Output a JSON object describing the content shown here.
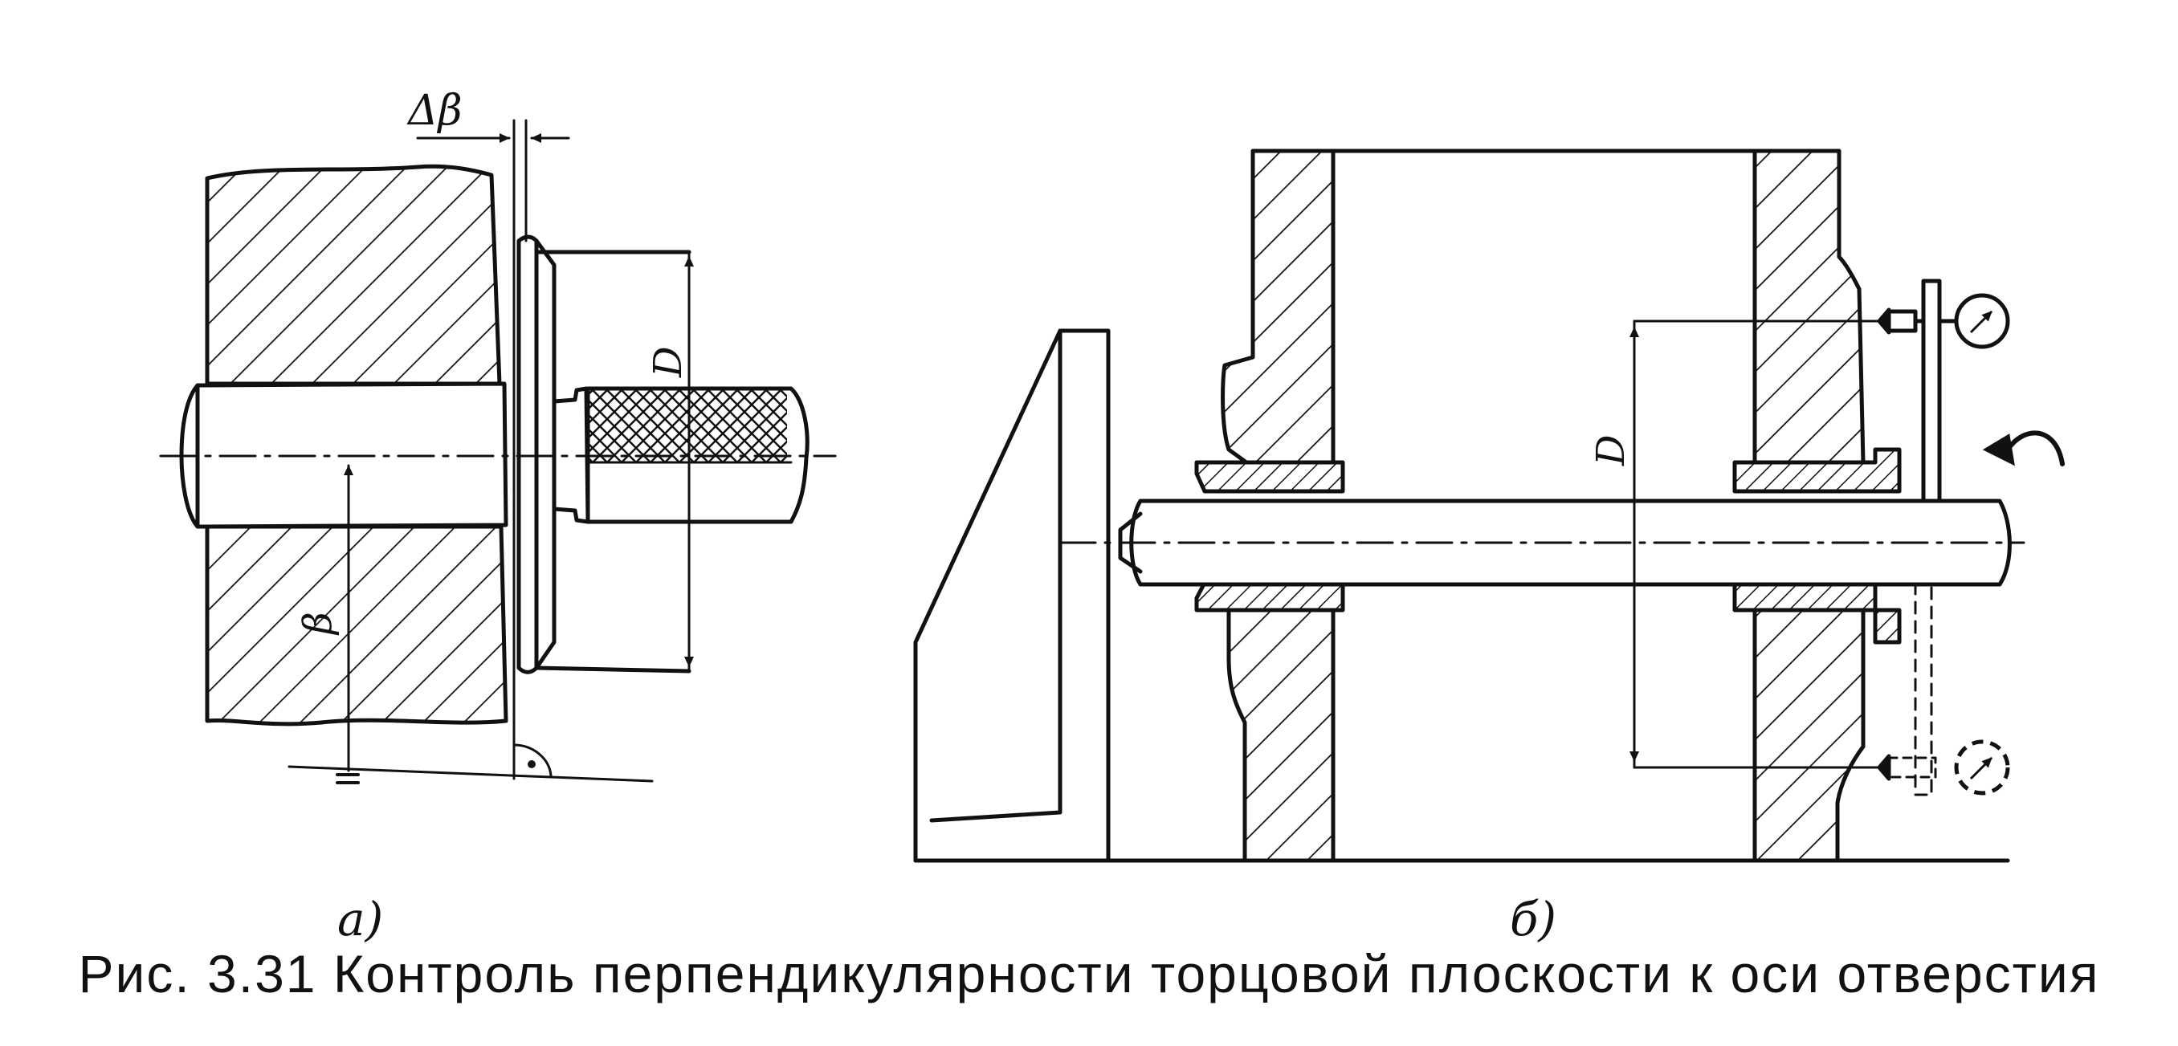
{
  "figure": {
    "caption": "Рис. 3.31  Контроль перпендикулярности торцовой плоскости к оси отверстия",
    "panel_a": {
      "sublabel": "a)",
      "label_delta": "Δβ",
      "label_diameter": "D",
      "label_beta": "β"
    },
    "panel_b": {
      "sublabel": "б)",
      "label_diameter": "D"
    }
  },
  "icons": {
    "indicator_top": "dial-indicator-icon",
    "indicator_bottom": "dial-indicator-icon",
    "rotation": "rotation-arrow-icon",
    "right_angle": "right-angle-icon"
  },
  "colors": {
    "ink": "#111111",
    "paper": "#ffffff"
  }
}
